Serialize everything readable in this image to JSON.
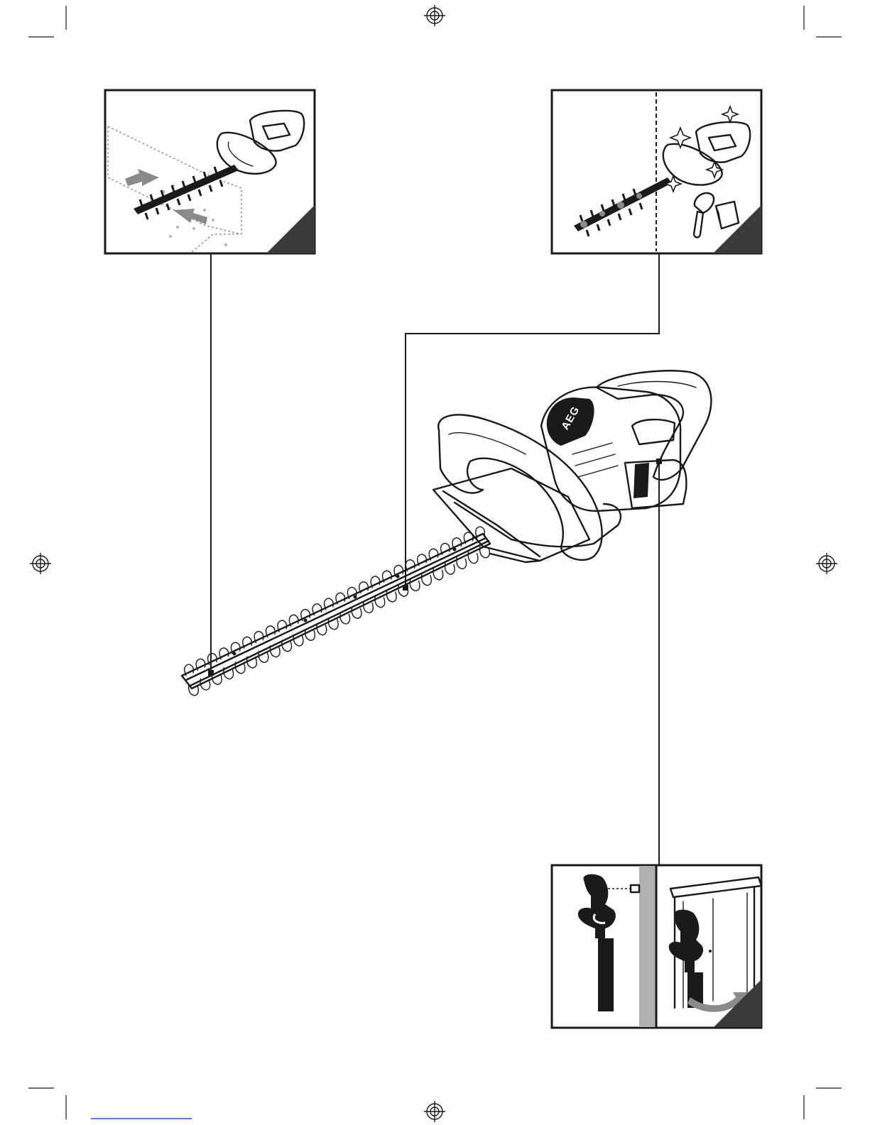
{
  "figure": {
    "brand_mark": "AEG",
    "panels": [
      {
        "id": "cutting",
        "icon": "hedge-cutting-illustration"
      },
      {
        "id": "cleaning",
        "icon": "cleaning-brush-cloth-illustration"
      },
      {
        "id": "storage",
        "icon": "wall-hanging-storage-illustration"
      }
    ],
    "main_tool_icon": "cordless-hedge-trimmer-illustration",
    "colors": {
      "ink": "#1a1a1a",
      "accent_grey": "#8a8a8a",
      "wall_grey": "#b0b0b0"
    }
  }
}
